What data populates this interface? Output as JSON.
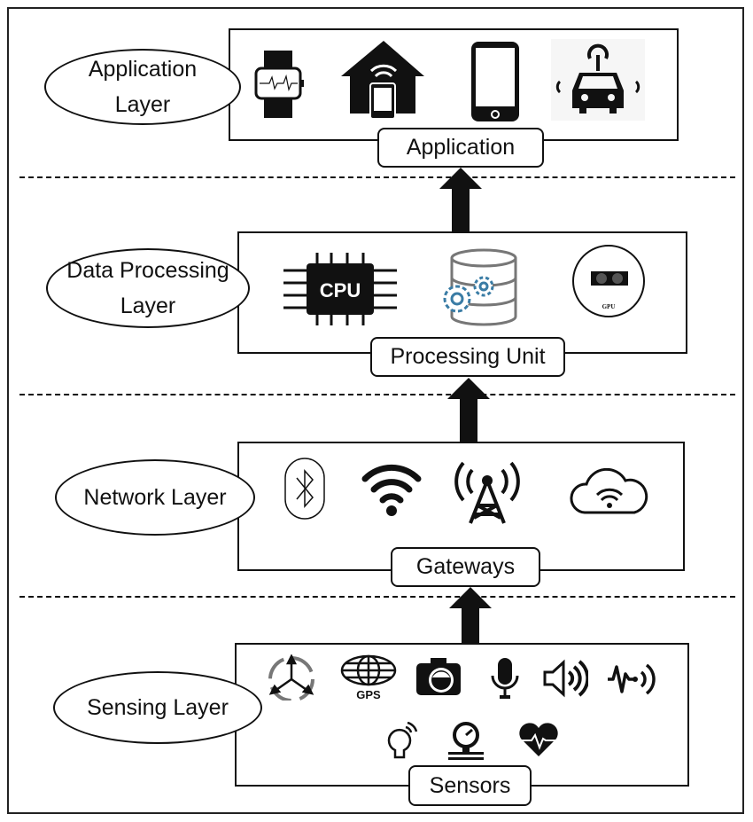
{
  "layers": [
    {
      "name_line1": "Application",
      "name_line2": "Layer",
      "component": "Application",
      "icons": [
        "smartwatch-icon",
        "smart-home-icon",
        "smartphone-icon",
        "connected-car-icon"
      ]
    },
    {
      "name_line1": "Data Processing",
      "name_line2": "Layer",
      "component": "Processing Unit",
      "icons": [
        "cpu-icon",
        "database-gear-icon",
        "gpu-icon"
      ],
      "cpu_text": "CPU",
      "gpu_text": "GPU"
    },
    {
      "name_line1": "Network Layer",
      "name_line2": "",
      "component": "Gateways",
      "icons": [
        "bluetooth-icon",
        "wifi-icon",
        "cell-tower-icon",
        "cloud-wifi-icon"
      ]
    },
    {
      "name_line1": "Sensing Layer",
      "name_line2": "",
      "component": "Sensors",
      "icons": [
        "accelerometer-icon",
        "gps-icon",
        "camera-icon",
        "microphone-icon",
        "speaker-icon",
        "vibration-sensor-icon",
        "smart-bulb-icon",
        "pressure-gauge-icon",
        "heart-rate-icon"
      ],
      "gps_text": "GPS"
    }
  ],
  "colors": {
    "stroke": "#111111",
    "gear": "#3a7ca5"
  }
}
